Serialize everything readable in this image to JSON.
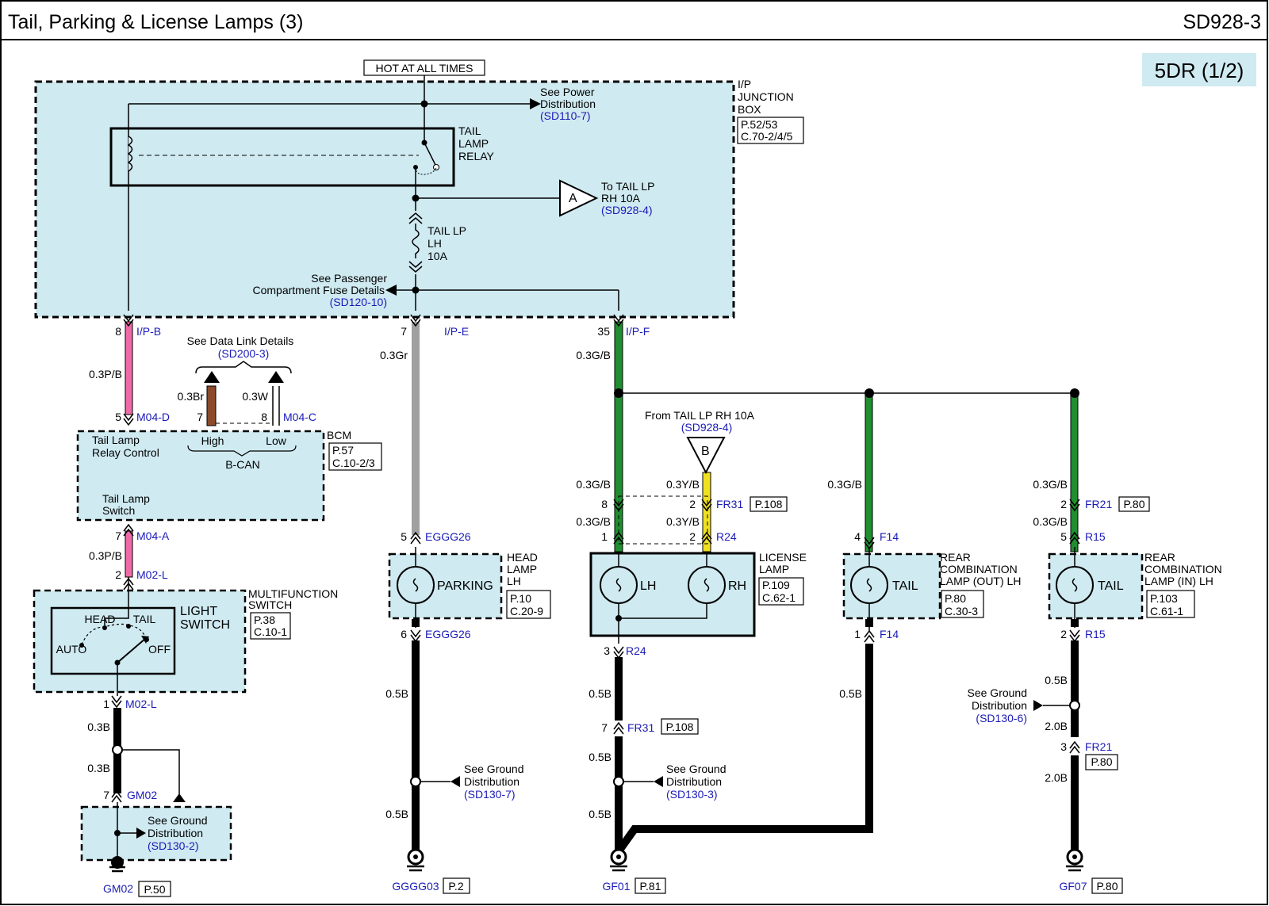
{
  "header": {
    "title": "Tail, Parking & License Lamps (3)",
    "code": "SD928-3",
    "badge": "5DR (1/2)"
  },
  "colors": {
    "box_fill": "#cfeaf1",
    "wire_pink": "#f06aa8",
    "wire_green": "#1f8f2f",
    "wire_gray": "#a0a0a0",
    "wire_brown": "#8b4a2b",
    "wire_yellow": "#f0e020",
    "link_blue": "#1a1ab8"
  },
  "power": {
    "hot_label": "HOT AT ALL TIMES",
    "jbox": [
      "I/P",
      "JUNCTION",
      "BOX"
    ],
    "jbox_ref": [
      "P.52/53",
      "C.70-2/4/5"
    ],
    "power_dist": [
      "See Power",
      "Distribution"
    ],
    "power_dist_ref": "(SD110-7)",
    "relay": [
      "TAIL",
      "LAMP",
      "RELAY"
    ],
    "to_tail": [
      "To TAIL LP",
      "RH 10A"
    ],
    "to_tail_ref": "(SD928-4)",
    "conn_a": "A",
    "fuse": [
      "TAIL LP",
      "LH",
      "10A"
    ],
    "pass_fuse": [
      "See Passenger",
      "Compartment Fuse Details"
    ],
    "pass_fuse_ref": "(SD120-10)"
  },
  "connectors": {
    "ipb": {
      "pin": "8",
      "name": "I/P-B"
    },
    "ipe": {
      "pin": "7",
      "name": "I/P-E"
    },
    "ipf": {
      "pin": "35",
      "name": "I/P-F"
    },
    "m04d": {
      "pin": "5",
      "name": "M04-D"
    },
    "m04c": {
      "pin7": "7",
      "pin8": "8",
      "name": "M04-C"
    },
    "m04a": {
      "pin": "7",
      "name": "M04-A"
    },
    "m02l_top": {
      "pin": "2",
      "name": "M02-L"
    },
    "m02l_bot": {
      "pin": "1",
      "name": "M02-L"
    },
    "gm02_conn": {
      "pin": "7",
      "name": "GM02"
    },
    "eggg_top": {
      "pin": "5",
      "name": "EGGG26"
    },
    "eggg_bot": {
      "pin": "6",
      "name": "EGGG26"
    },
    "fr31_top": {
      "pin8": "8",
      "pin2": "2",
      "name": "FR31",
      "ref": "P.108"
    },
    "r24_top": {
      "pin1": "1",
      "pin2": "2",
      "name": "R24"
    },
    "r24_bot": {
      "pin": "3",
      "name": "R24"
    },
    "fr31_bot": {
      "pin": "7",
      "name": "FR31",
      "ref": "P.108"
    },
    "f14_top": {
      "pin": "4",
      "name": "F14"
    },
    "f14_bot": {
      "pin": "1",
      "name": "F14"
    },
    "fr21_top": {
      "pin": "2",
      "name": "FR21",
      "ref": "P.80"
    },
    "r15_top": {
      "pin": "5",
      "name": "R15"
    },
    "r15_bot": {
      "pin": "2",
      "name": "R15"
    },
    "fr21_bot": {
      "pin": "3",
      "name": "FR21",
      "ref": "P.80"
    }
  },
  "wires": {
    "p_b_1": "0.3P/B",
    "p_b_2": "0.3P/B",
    "gr": "0.3Gr",
    "g_b": "0.3G/B",
    "br": "0.3Br",
    "w": "0.3W",
    "g_b_lic1": "0.3G/B",
    "g_b_lic2": "0.3G/B",
    "y_b1": "0.3Y/B",
    "y_b2": "0.3Y/B",
    "g_b_f14": "0.3G/B",
    "g_b_fr21": "0.3G/B",
    "g_b_r15": "0.3G/B",
    "b_sw1": "0.3B",
    "b_sw2": "0.3B",
    "b_park1": "0.5B",
    "b_park2": "0.5B",
    "b_lic1": "0.5B",
    "b_lic2": "0.5B",
    "b_lic3": "0.5B",
    "b_f14": "0.5B",
    "b_r15": "0.5B",
    "b_r15b": "2.0B",
    "b_r15c": "2.0B"
  },
  "bcm": {
    "datalink": "See Data Link Details",
    "datalink_ref": "(SD200-3)",
    "name": "BCM",
    "ref": [
      "P.57",
      "C.10-2/3"
    ],
    "relay_ctrl": [
      "Tail Lamp",
      "Relay Control"
    ],
    "high": "High",
    "low": "Low",
    "bcan": "B-CAN",
    "switch": [
      "Tail Lamp",
      "Switch"
    ]
  },
  "mfswitch": {
    "name": [
      "MULTIFUNCTION",
      "SWITCH"
    ],
    "ref": [
      "P.38",
      "C.10-1"
    ],
    "light": [
      "LIGHT",
      "SWITCH"
    ],
    "head": "HEAD",
    "tail": "TAIL",
    "auto": "AUTO",
    "off": "OFF"
  },
  "lamps": {
    "parking": "PARKING",
    "head_lamp": [
      "HEAD",
      "LAMP",
      "LH"
    ],
    "head_ref": [
      "P.10",
      "C.20-9"
    ],
    "lic_lh": "LH",
    "lic_rh": "RH",
    "license": [
      "LICENSE",
      "LAMP"
    ],
    "license_ref": [
      "P.109",
      "C.62-1"
    ],
    "from_tail": "From TAIL LP RH 10A",
    "from_tail_ref": "(SD928-4)",
    "conn_b": "B",
    "tail_out": "TAIL",
    "rc_out": [
      "REAR",
      "COMBINATION",
      "LAMP (OUT) LH"
    ],
    "rc_out_ref": [
      "P.80",
      "C.30-3"
    ],
    "tail_in": "TAIL",
    "rc_in": [
      "REAR",
      "COMBINATION",
      "LAMP (IN) LH"
    ],
    "rc_in_ref": [
      "P.103",
      "C.61-1"
    ]
  },
  "grounds": {
    "gm02_text": [
      "See Ground",
      "Distribution"
    ],
    "gm02_ref": "(SD130-2)",
    "gm02": "GM02",
    "gm02_page": "P.50",
    "park_text": [
      "See Ground",
      "Distribution"
    ],
    "park_ref": "(SD130-7)",
    "gggg": "GGGG03",
    "gggg_page": "P.2",
    "lic_text": [
      "See Ground",
      "Distribution"
    ],
    "lic_ref": "(SD130-3)",
    "gf01": "GF01",
    "gf01_page": "P.81",
    "r15_text": [
      "See Ground",
      "Distribution"
    ],
    "r15_ref": "(SD130-6)",
    "gf07": "GF07",
    "gf07_page": "P.80"
  }
}
